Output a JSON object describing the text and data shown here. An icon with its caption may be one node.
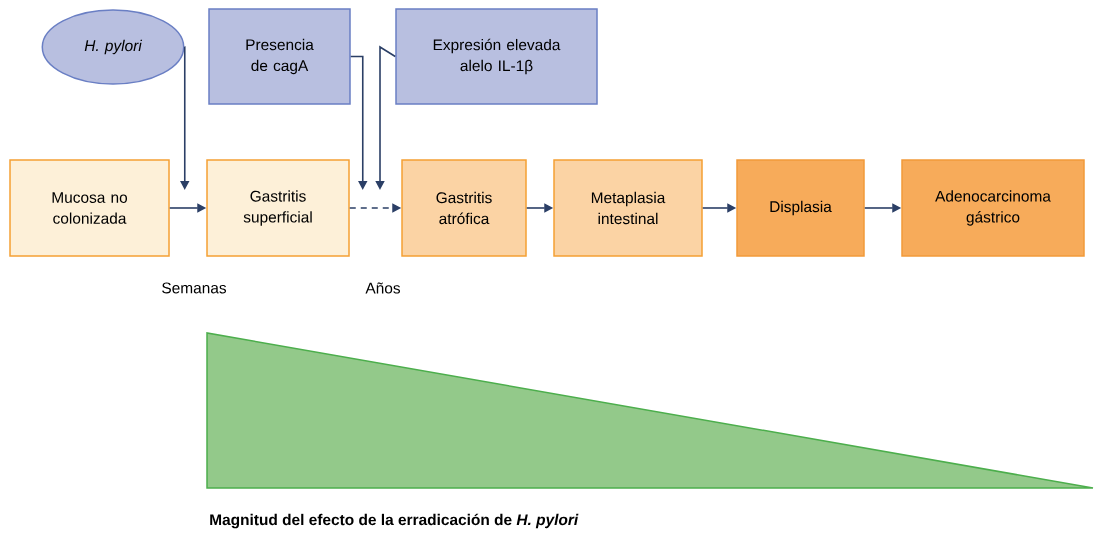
{
  "diagram": {
    "caption": "Magnitud del efecto de la erradicación de *H. pylori*",
    "nodes": [
      {
        "text": [
          "H. pylori"
        ]
      },
      {
        "text": [
          "Presencia de cagA"
        ]
      },
      {
        "text": [
          "Expresión elevada alelo IL-1β"
        ]
      },
      {
        "text": [
          "Mucosa no colonizada"
        ]
      },
      {
        "text": [
          "Gastritis superficial"
        ]
      },
      {
        "text": [
          "Gastritis atrófica"
        ]
      },
      {
        "text": [
          "Metaplasia intestinal"
        ]
      },
      {
        "text": [
          "Displasia"
        ]
      },
      {
        "text": [
          "Adenocarcinoma gástrico"
        ]
      }
    ],
    "edges": [
      {
        "from": 0,
        "to": 3,
        "arrow": "to"
      },
      {
        "from": 1,
        "to": 4,
        "arrow": "to"
      },
      {
        "from": 2,
        "to": null,
        "arrow": "to"
      },
      {
        "from": 3,
        "to": 4,
        "arrow": "to"
      },
      {
        "from": 4,
        "to": 5,
        "arrow": "to",
        "style": "dashed"
      },
      {
        "from": 5,
        "to": 6,
        "arrow": "to"
      },
      {
        "from": 6,
        "to": 7,
        "arrow": "to"
      },
      {
        "from": 7,
        "to": 8,
        "arrow": "to"
      }
    ],
    "labels": [
      "Semanas",
      "Años"
    ]
  }
}
